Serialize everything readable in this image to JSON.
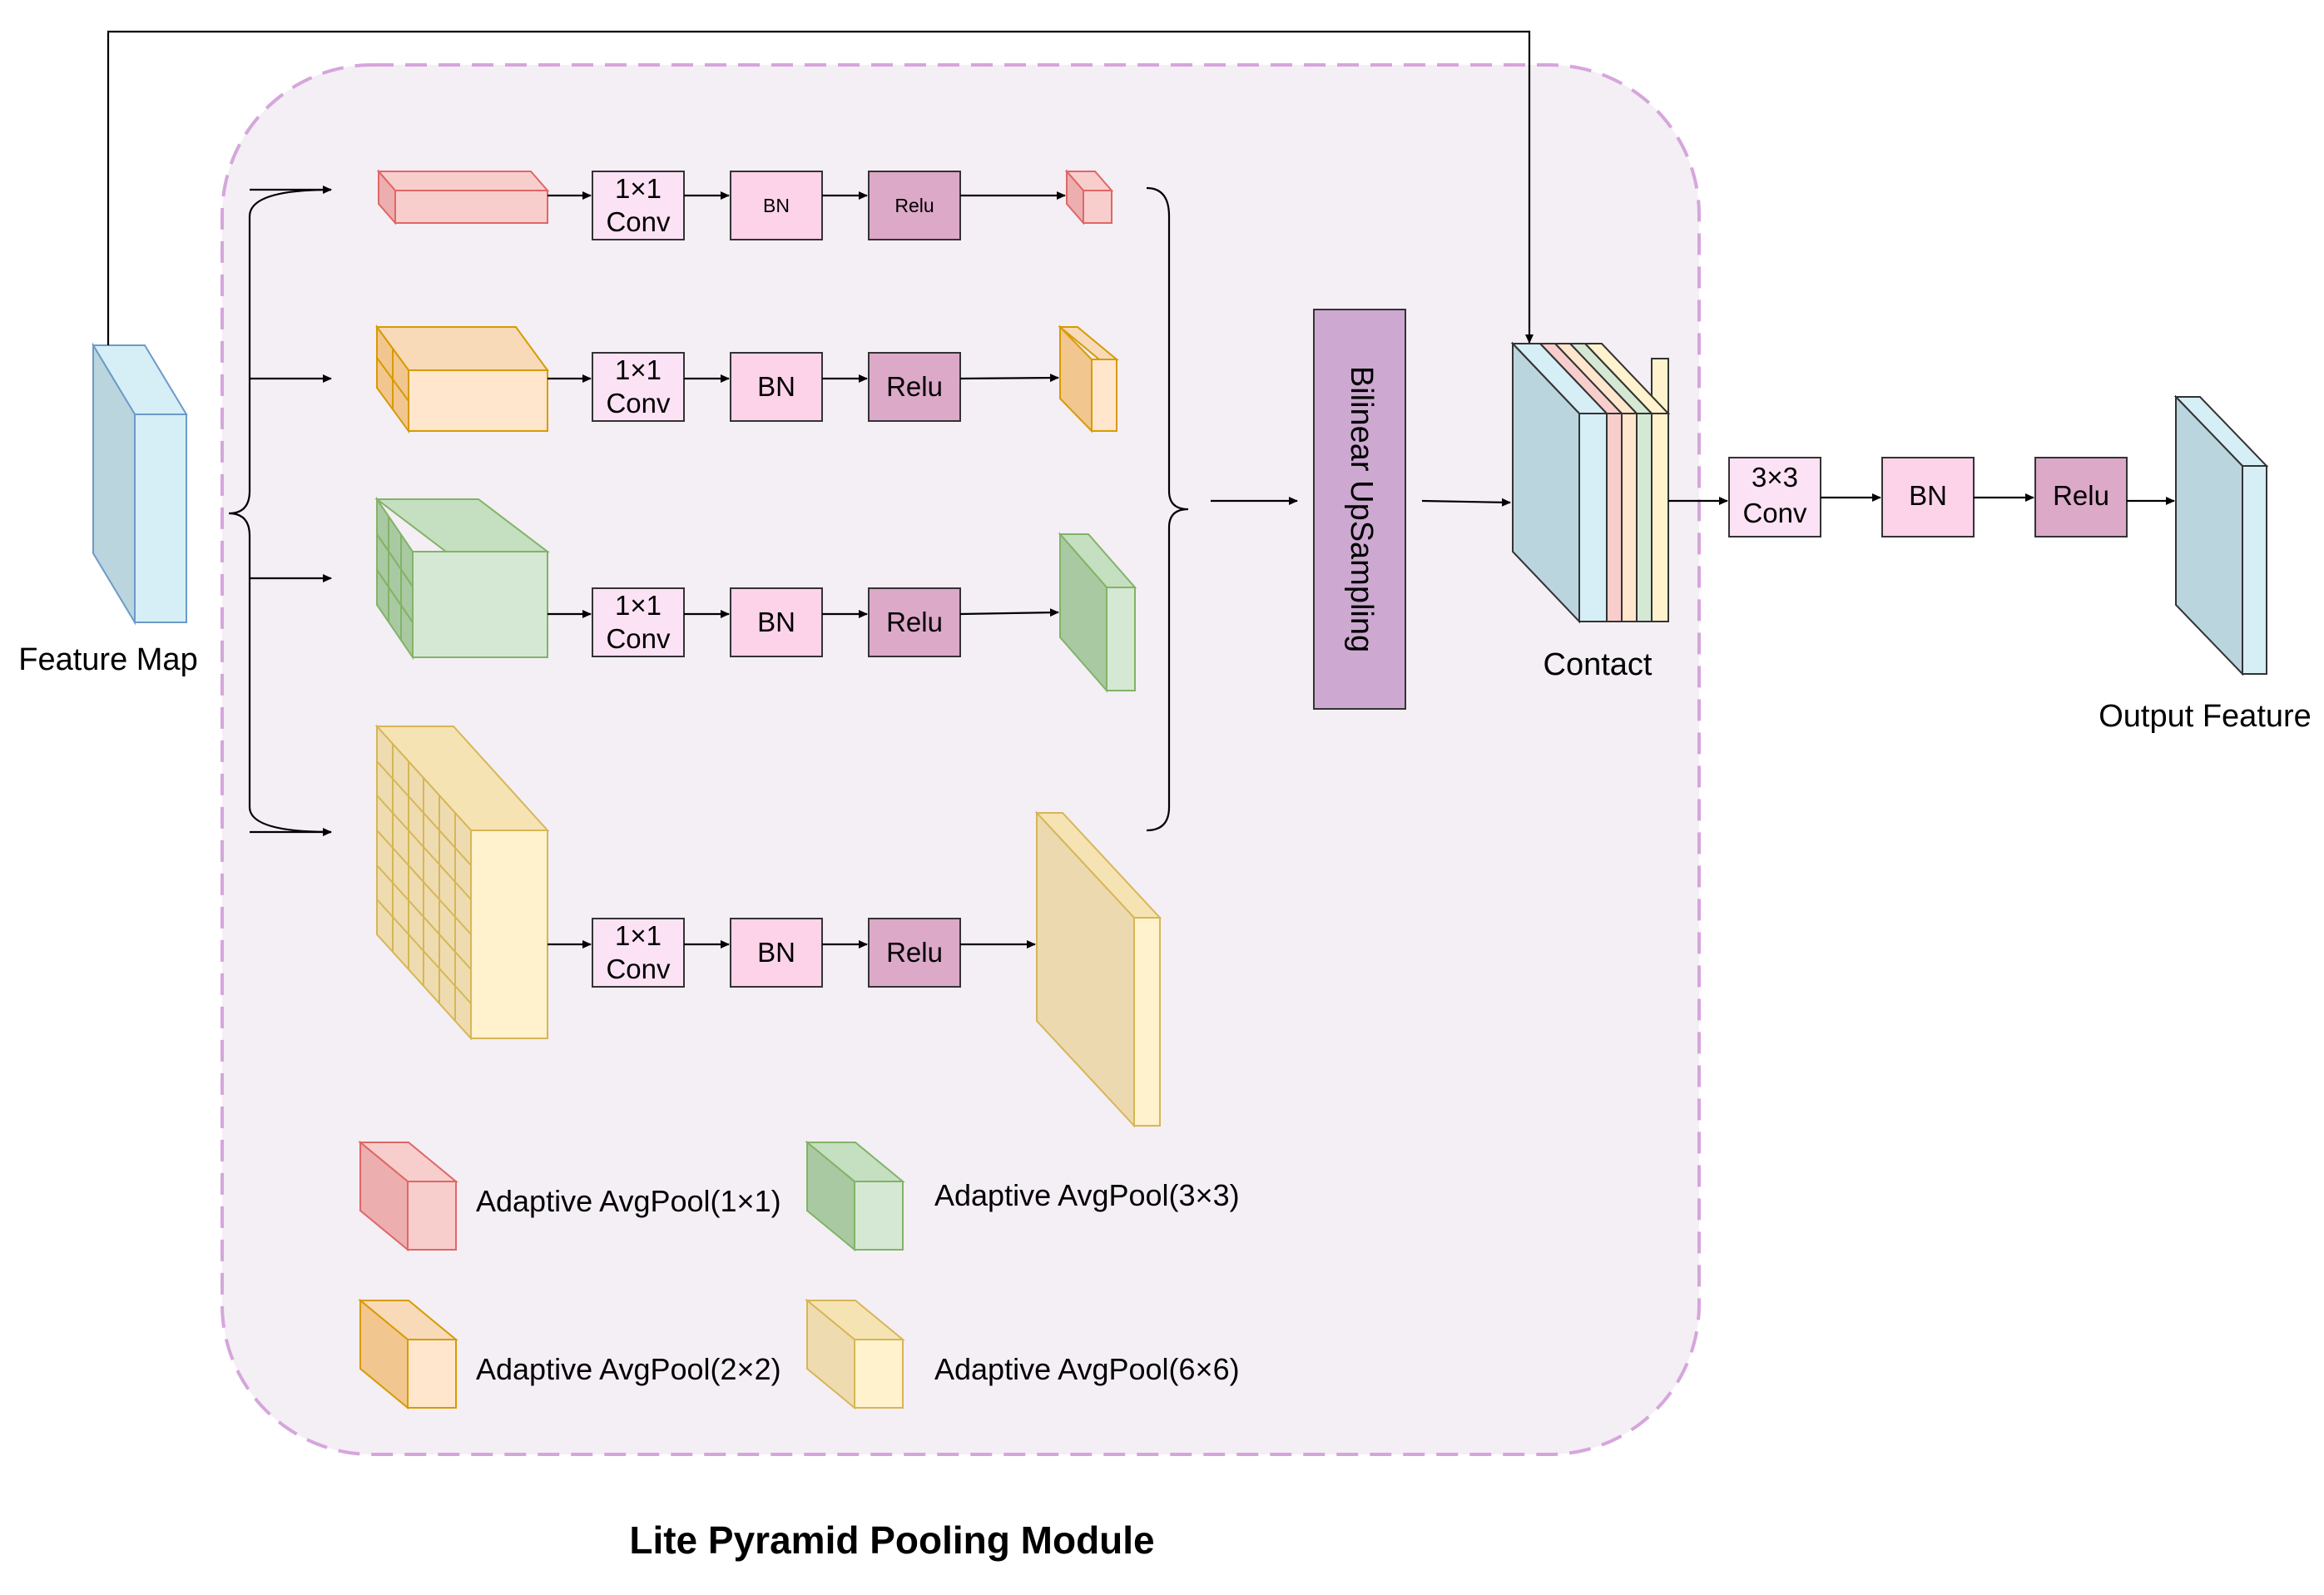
{
  "title": "Lite Pyramid Pooling Module",
  "input_label": "Feature Map",
  "output_label": "Output Feature",
  "concat_label": "Contact",
  "upsample_label": "Bilinear UpSampling",
  "branches": [
    {
      "conv": [
        "1×1",
        "Conv"
      ],
      "bn": "BN",
      "relu": "Relu"
    },
    {
      "conv": [
        "1×1",
        "Conv"
      ],
      "bn": "BN",
      "relu": "Relu"
    },
    {
      "conv": [
        "1×1",
        "Conv"
      ],
      "bn": "BN",
      "relu": "Relu"
    },
    {
      "conv": [
        "1×1",
        "Conv"
      ],
      "bn": "BN",
      "relu": "Relu"
    }
  ],
  "head": {
    "conv": [
      "3×3",
      "Conv"
    ],
    "bn": "BN",
    "relu": "Relu"
  },
  "legend": [
    {
      "label": "Adaptive AvgPool(1×1)",
      "color": "#f8cecc",
      "stroke": "#e06666"
    },
    {
      "label": "Adaptive AvgPool(2×2)",
      "color": "#ffe6cc",
      "stroke": "#d79b00"
    },
    {
      "label": "Adaptive AvgPool(3×3)",
      "color": "#d5e8d4",
      "stroke": "#82b366"
    },
    {
      "label": "Adaptive AvgPool(6×6)",
      "color": "#fff2cc",
      "stroke": "#d6b656"
    }
  ],
  "colors": {
    "module_bg": "#f4eef5",
    "module_border": "#d5a6db",
    "feature_map": "#d6eef5",
    "feature_map_stroke": "#6c9ac9",
    "bn_fill": "#fdd3ea",
    "relu_fill": "#dca9c8",
    "conv_fill": "#fbe2f4",
    "upsample_fill": "#cda9d2"
  }
}
